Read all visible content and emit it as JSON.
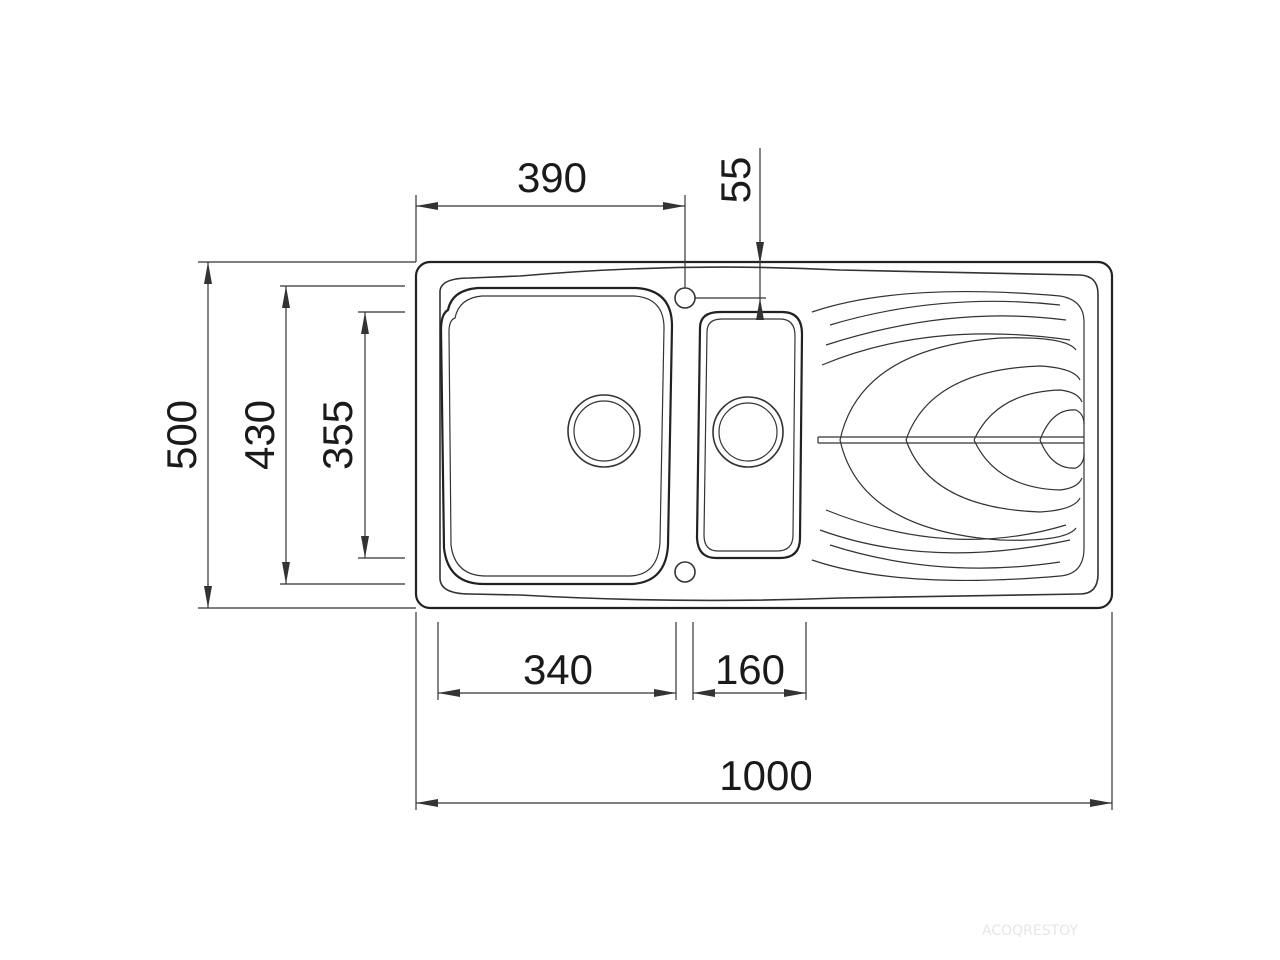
{
  "drawing": {
    "dimensions": {
      "overall_width": "1000",
      "overall_depth": "500",
      "inner_depth": "430",
      "bowl_depth": "355",
      "main_bowl_offset": "390",
      "tap_hole_offset": "55",
      "main_bowl_width": "340",
      "small_bowl_width": "160"
    },
    "watermark": "ACOQRESTOY"
  }
}
